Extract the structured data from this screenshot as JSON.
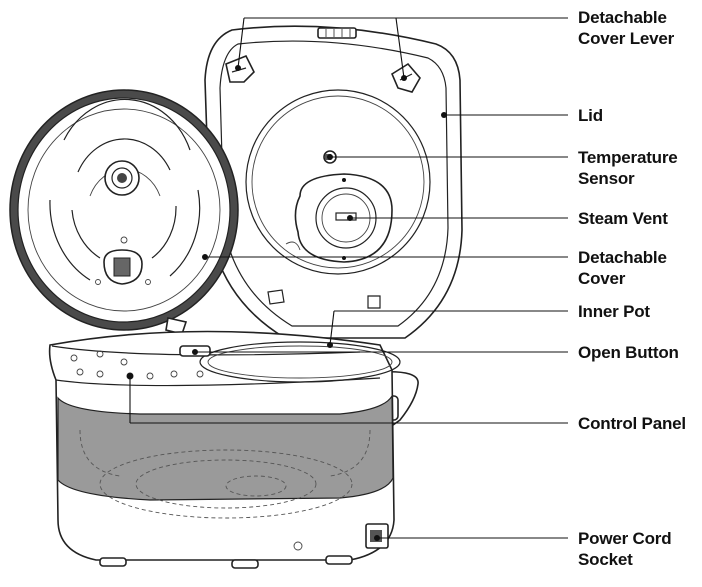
{
  "labels": {
    "cover_lever_1": "Detachable",
    "cover_lever_2": "Cover Lever",
    "lid": "Lid",
    "temp_sensor_1": "Temperature",
    "temp_sensor_2": "Sensor",
    "steam_vent": "Steam Vent",
    "detachable_cover_1": "Detachable",
    "detachable_cover_2": "Cover",
    "inner_pot": "Inner Pot",
    "open_button": "Open Button",
    "control_panel": "Control Panel",
    "power_cord_1": "Power Cord",
    "power_cord_2": "Socket"
  },
  "colors": {
    "band": "#9a9a9a",
    "cover_rim": "#4a4a4a",
    "outline": "#222222"
  }
}
